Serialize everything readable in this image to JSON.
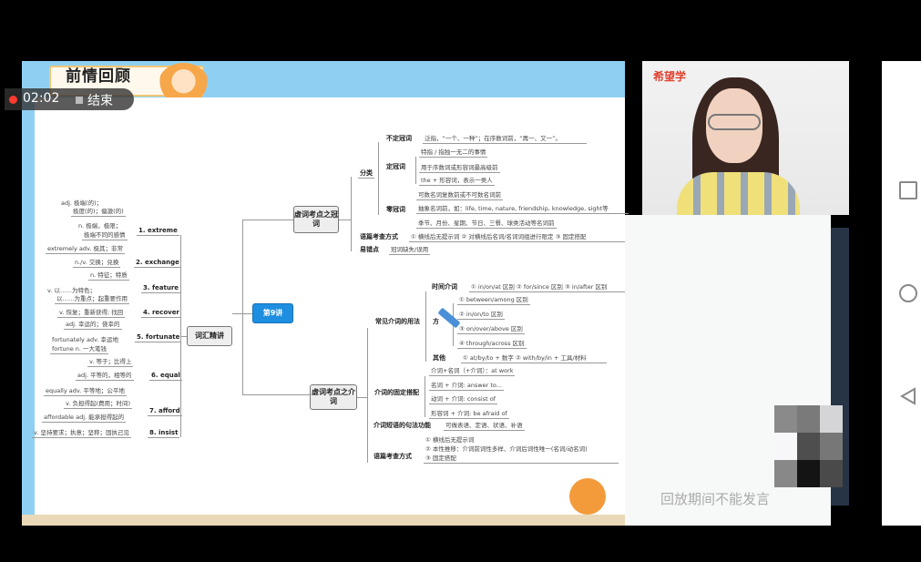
{
  "slide": {
    "title": "前情回顾"
  },
  "recorder": {
    "time": "02:02",
    "stop_label": "结束"
  },
  "mindmap": {
    "center": "第9讲",
    "vocab": {
      "title": "词汇精讲",
      "words": [
        {
          "word": "1. extreme",
          "defs": [
            "adj. 极端(的)；",
            "极度(的)；偏激(的)",
            "n. 极端，极限；",
            "极端不同的感情",
            "extremely  adv. 极其；非常"
          ]
        },
        {
          "word": "2. exchange",
          "defs": [
            "n./v. 交换；兑换"
          ]
        },
        {
          "word": "3. feature",
          "defs": [
            "n. 特征；特质",
            "v. 以……为特色；",
            "以……为重点；起重要作用"
          ]
        },
        {
          "word": "4. recover",
          "defs": [
            "v. 恢复；重新获得; 找回"
          ]
        },
        {
          "word": "5. fortunate",
          "defs": [
            "adj. 幸运的；侥幸的",
            "fortunately  adv. 幸运地",
            "fortune   n. 一大笔钱"
          ]
        },
        {
          "word": "6. equal",
          "defs": [
            "v. 等于；比得上",
            "adj. 平等的，相等的",
            "equally   adv. 平等地；公平地"
          ]
        },
        {
          "word": "7. afford",
          "defs": [
            "v. 负担得起(费用；时间)",
            "affordable   adj. 能承担得起的"
          ]
        },
        {
          "word": "8. insist",
          "defs": [
            "v. 坚持要求；执意；坚称；固执己见"
          ]
        }
      ]
    },
    "article": {
      "title": "虚词考点之冠词",
      "category": "分类",
      "indef": {
        "label": "不定冠词",
        "text": "泛指，“一个、一种”；在序数词前，“再一、又一”。"
      },
      "def": {
        "label": "定冠词",
        "items": [
          "特指 / 指独一无二的事情",
          "用于序数词或形容词最高级前",
          "the + 形容词，表示一类人"
        ]
      },
      "zero": {
        "label": "零冠词",
        "items": [
          "可数名词复数前或不可数名词前",
          "抽象名词前，如：life, time, nature, friendship, knowledge, sight等",
          "季节、月份、星期、节日、三餐、球类活动等名词前"
        ]
      },
      "discourse": {
        "label": "语篇考查方式",
        "text": "① 横线后无提示词   ② 对横线后名词/名词词组进行限定   ③ 固定搭配"
      },
      "error": {
        "label": "易错点",
        "text": "冠词缺失/误用"
      }
    },
    "prep": {
      "title": "虚词考点之介词",
      "usage": {
        "label": "常见介词的用法",
        "time": {
          "label": "时间介词",
          "text": "① in/on/at 区别   ② for/since 区别   ③ in/after 区别"
        },
        "place": {
          "label": "方",
          "items": [
            "① between/among 区别",
            "② in/on/to 区别",
            "③ on/over/above 区别",
            "④ through/across 区别"
          ]
        },
        "other": {
          "label": "其他",
          "text": "① at/by/to + 数字   ② with/by/in + 工具/材料"
        }
      },
      "fixed": {
        "label": "介词的固定搭配",
        "items": [
          "介词+名词（+介词）：at work",
          "名词 + 介词: answer to...",
          "动词 + 介词: consist of",
          "形容词 + 介词: be afraid of"
        ]
      },
      "syntax": {
        "label": "介词短语的句法功能",
        "text": "可做表语、定语、状语、补语"
      },
      "discourse": {
        "label": "语篇考查方式",
        "items": [
          "① 横线后无提示词",
          "② 本性推移：介词前词性多样、介词后词性唯一(名词/动名词)",
          "③ 固定搭配"
        ]
      }
    }
  },
  "video": {
    "brand": "希望学"
  },
  "chat": {
    "notice": "回放期间不能发言"
  }
}
